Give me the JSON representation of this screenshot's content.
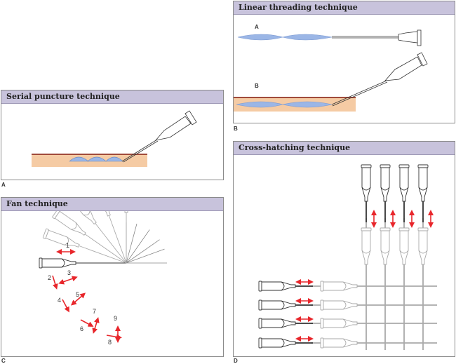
{
  "panels": {
    "a": {
      "title": "Serial puncture technique",
      "label": "A"
    },
    "b": {
      "title": "Linear threading technique",
      "label": "B",
      "sub_a": "A",
      "sub_b": "B"
    },
    "c": {
      "title": "Fan technique",
      "label": "C",
      "steps": [
        "1",
        "2",
        "3",
        "4",
        "5",
        "6",
        "7",
        "8",
        "9"
      ]
    },
    "d": {
      "title": "Cross-hatching technique",
      "label": "D"
    }
  },
  "colors": {
    "header": "#c8c3dc",
    "skin": "#f5cba4",
    "skin_top": "#a04a3a",
    "filler": "#9bb6e6",
    "arrow": "#e8262b"
  }
}
